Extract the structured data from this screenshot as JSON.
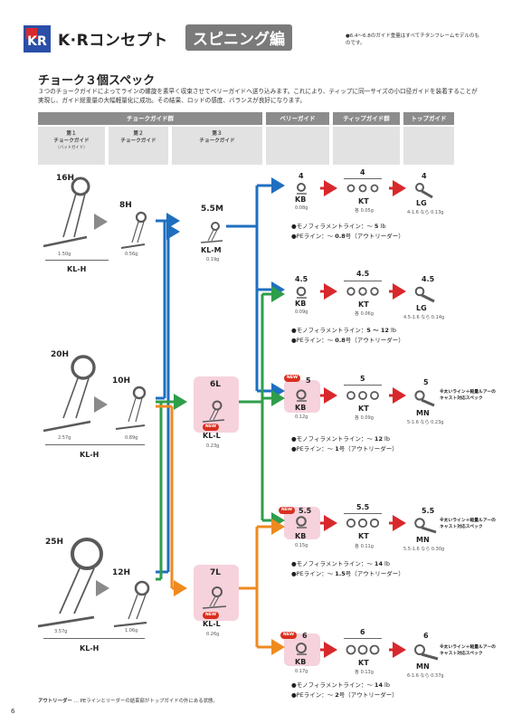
{
  "header": {
    "logo_letters": "KR",
    "title": "K·Rコンセプト",
    "badge": "スピニング編",
    "note": "●6.4～6.8のガイド重量はすべてチタンフレームモデルのものです。"
  },
  "section": {
    "title": "チョーク３個スペック",
    "description": "３つのチョークガイドによってラインの螺旋を素早く収束させてベリーガイドへ送り込みます。これにより、ティップに同一サイズの小口径ガイドを装着することが実現し、ガイド総重量の大幅軽量化に成功。その結果、ロッドの感度、バランスが良好になります。"
  },
  "columns": {
    "choke_group": "チョークガイド群",
    "belly": "ベリーガイド",
    "tip_group": "ティップガイド群",
    "top": "トップガイド",
    "c1_line1": "第１",
    "c1_line2": "チョークガイド",
    "c1_sub": "（バットガイド）",
    "c2_line1": "第２",
    "c2_line2": "チョークガイド",
    "c3_line1": "第３",
    "c3_line2": "チョークガイド"
  },
  "first_guides": [
    {
      "size": "16H",
      "weight": "1.50g",
      "model": "KL-H"
    },
    {
      "size": "20H",
      "weight": "2.57g",
      "model": "KL-H"
    },
    {
      "size": "25H",
      "weight": "3.57g",
      "model": "KL-H"
    }
  ],
  "second_guides": [
    {
      "size": "8H",
      "weight": "0.56g"
    },
    {
      "size": "10H",
      "weight": "0.89g"
    },
    {
      "size": "12H",
      "weight": "1.06g"
    }
  ],
  "third_guides": [
    {
      "size": "5.5M",
      "model": "KL-M",
      "weight": "0.19g",
      "new": ""
    },
    {
      "size": "6L",
      "model": "KL-L",
      "weight": "0.23g",
      "new": "NEW"
    },
    {
      "size": "7L",
      "model": "KL-L",
      "weight": "0.26g",
      "new": "NEW"
    }
  ],
  "rows": [
    {
      "belly_size": "4",
      "belly_model": "KB",
      "belly_weight": "0.08g",
      "tip_size": "4",
      "tip_model": "KT",
      "tip_weight": "各 0.05g",
      "top_size": "4",
      "top_model": "LG",
      "top_weight": "4-1.6 なら 0.13g",
      "top_note": "",
      "mono_label": "●モノフィラメントライン：～ ",
      "mono_val": "5",
      "mono_unit": " lb",
      "pe_label": "●PEライン：～ ",
      "pe_val": "0.8",
      "pe_unit": "号（アウトリーダー）",
      "new": ""
    },
    {
      "belly_size": "4.5",
      "belly_model": "KB",
      "belly_weight": "0.09g",
      "tip_size": "4.5",
      "tip_model": "KT",
      "tip_weight": "各 0.06g",
      "top_size": "4.5",
      "top_model": "LG",
      "top_weight": "4.5-1.6 なら 0.14g",
      "top_note": "",
      "mono_label": "●モノフィラメントライン：",
      "mono_val": "5 ～ 12",
      "mono_unit": " lb",
      "pe_label": "●PEライン：～ ",
      "pe_val": "0.8",
      "pe_unit": "号（アウトリーダー）",
      "new": ""
    },
    {
      "belly_size": "5",
      "belly_model": "KB",
      "belly_weight": "0.12g",
      "tip_size": "5",
      "tip_model": "KT",
      "tip_weight": "各 0.09g",
      "top_size": "5",
      "top_model": "MN",
      "top_weight": "5-1.6 なら 0.23g",
      "top_note": "※太いライン＋軽量ルアーのキャスト対応スペック",
      "mono_label": "●モノフィラメントライン：～ ",
      "mono_val": "12",
      "mono_unit": " lb",
      "pe_label": "●PEライン：～ ",
      "pe_val": "1",
      "pe_unit": "号（アウトリーダー）",
      "new": "NEW"
    },
    {
      "belly_size": "5.5",
      "belly_model": "KB",
      "belly_weight": "0.15g",
      "tip_size": "5.5",
      "tip_model": "KT",
      "tip_weight": "各 0.11g",
      "top_size": "5.5",
      "top_model": "MN",
      "top_weight": "5.5-1.6 なら 0.30g",
      "top_note": "※太いライン＋軽量ルアーのキャスト対応スペック",
      "mono_label": "●モノフィラメントライン：～ ",
      "mono_val": "14",
      "mono_unit": " lb",
      "pe_label": "●PEライン：～ ",
      "pe_val": "1.5",
      "pe_unit": "号（アウトリーダー）",
      "new": "NEW"
    },
    {
      "belly_size": "6",
      "belly_model": "KB",
      "belly_weight": "0.17g",
      "tip_size": "6",
      "tip_model": "KT",
      "tip_weight": "各 0.13g",
      "top_size": "6",
      "top_model": "MN",
      "top_weight": "6-1.6 なら 0.37g",
      "top_note": "※太いライン＋軽量ルアーのキャスト対応スペック",
      "mono_label": "●モノフィラメントライン：～ ",
      "mono_val": "14",
      "mono_unit": " lb",
      "pe_label": "●PEライン：～ ",
      "pe_val": "2",
      "pe_unit": "号（アウトリーダー）",
      "new": "NEW"
    }
  ],
  "colors": {
    "blue": "#1f6fc0",
    "green": "#2e9e4a",
    "orange": "#ef8a1f",
    "red": "#d8282c",
    "gray_arrow": "#8a8a8a",
    "pink": "#f6d2dc"
  },
  "footer": {
    "term": "アウトリーダー",
    "text": " … PEラインとリーダーの結束部がトップガイドの外にある状態。"
  },
  "page_number": "6"
}
